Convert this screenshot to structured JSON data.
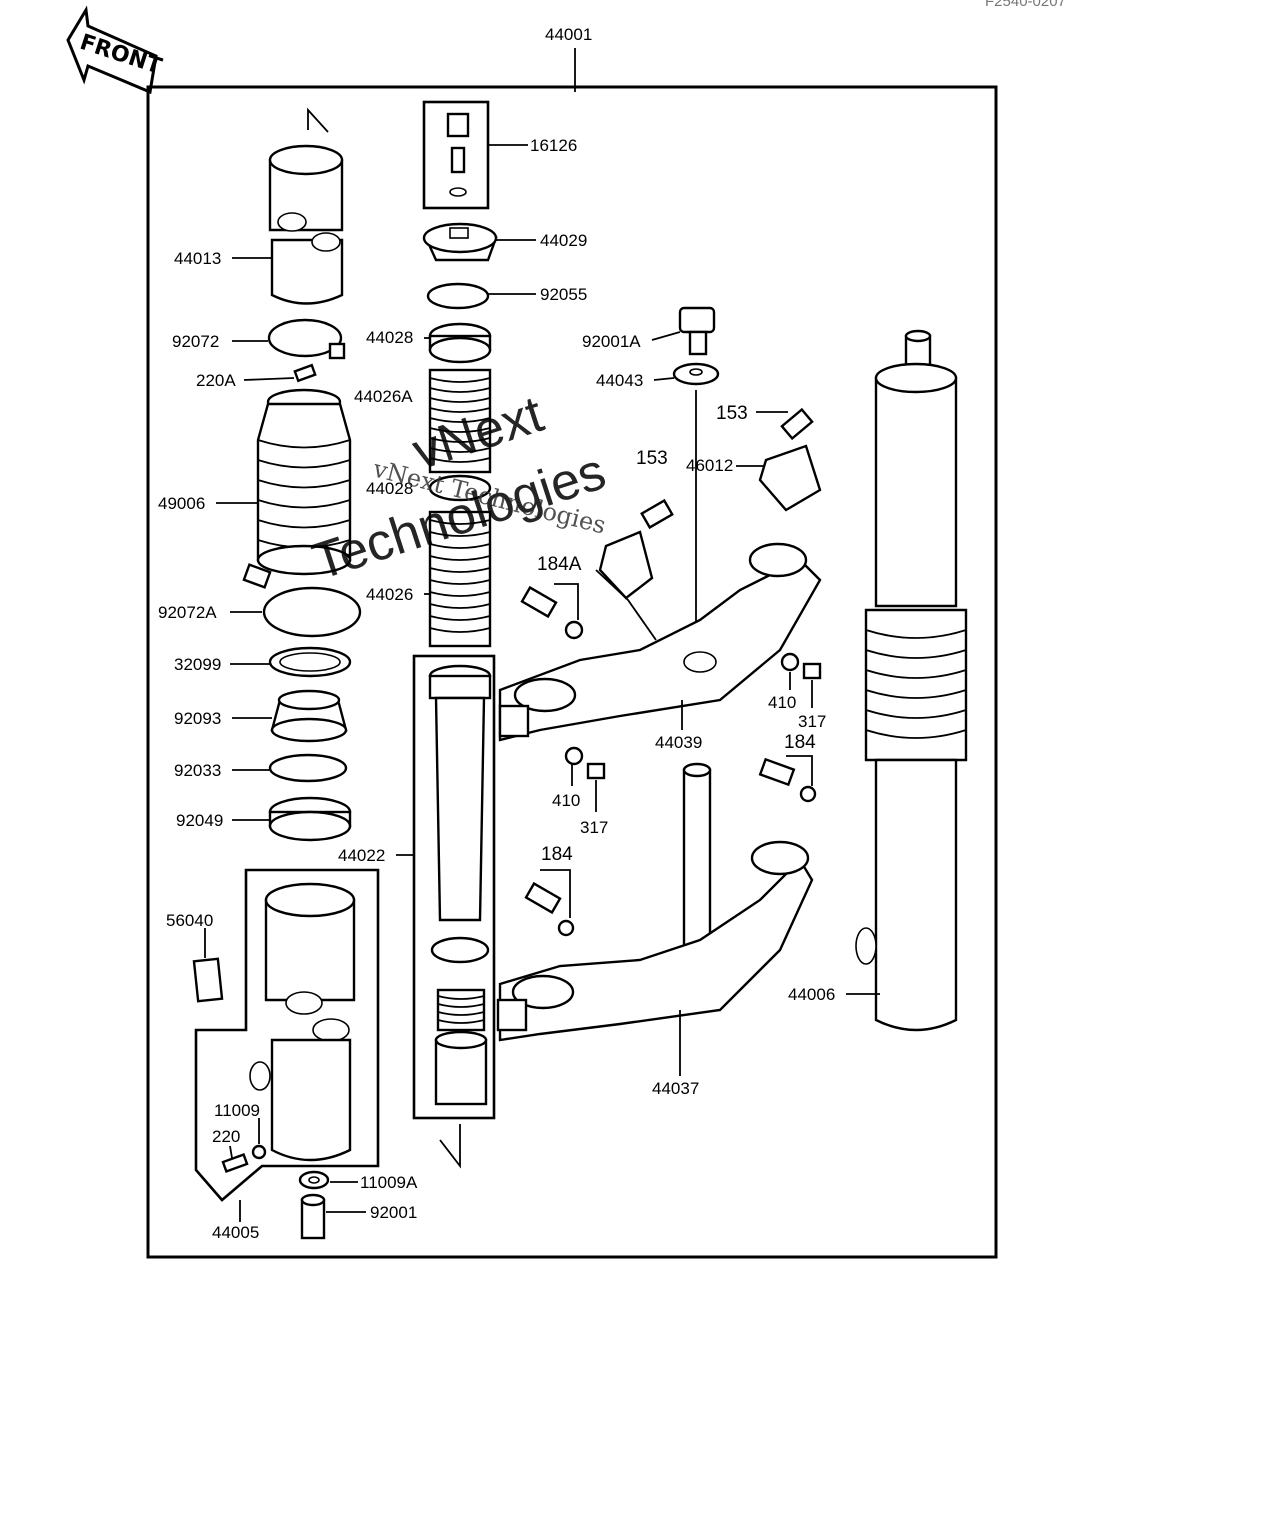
{
  "header": {
    "code": "F2540-0207",
    "front_badge": "FRONT"
  },
  "watermark": {
    "line1": "vNext Technologies",
    "line2": "vNext",
    "line3": "Technologies"
  },
  "labels": {
    "p44001": "44001",
    "p16126": "16126",
    "p44029": "44029",
    "p92055": "92055",
    "p44028a": "44028",
    "p44026A": "44026A",
    "p44028b": "44028",
    "p44026": "44026",
    "p44022": "44022",
    "p44013": "44013",
    "p92072": "92072",
    "p220A": "220A",
    "p49006": "49006",
    "p92072A": "92072A",
    "p32099": "32099",
    "p92093": "92093",
    "p92033": "92033",
    "p92049": "92049",
    "p56040": "56040",
    "p11009": "11009",
    "p220": "220",
    "p44005": "44005",
    "p11009A": "11009A",
    "p92001": "92001",
    "p92001A": "92001A",
    "p44043": "44043",
    "p153a": "153",
    "p153b": "153",
    "p46012": "46012",
    "p184A": "184A",
    "p410a": "410",
    "p317a": "317",
    "p44039": "44039",
    "p184a": "184",
    "p410b": "410",
    "p317b": "317",
    "p184b": "184",
    "p44037": "44037",
    "p44006": "44006"
  }
}
